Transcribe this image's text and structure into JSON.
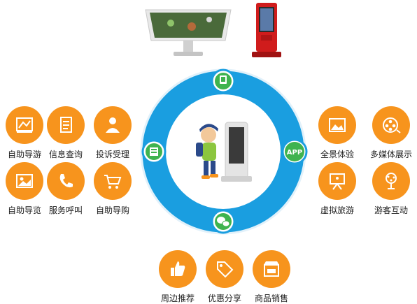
{
  "features": {
    "self_guide_tour": "自助导游",
    "info_query": "信息查询",
    "complaint": "投诉受理",
    "self_guide_view": "自助导览",
    "service_call": "服务呼叫",
    "self_shopping": "自助导购",
    "panorama": "全景体验",
    "multimedia": "多媒体展示",
    "virtual_tour": "虚拟旅游",
    "visitor_interaction": "游客互动",
    "nearby_recommend": "周边推荐",
    "discount_share": "优惠分享",
    "product_sales": "商品销售"
  },
  "ring_nodes": {
    "app_label": "APP"
  },
  "colors": {
    "orange": "#f7941d",
    "ring_blue": "#1a9ee0",
    "node_green": "#3fb34f"
  }
}
